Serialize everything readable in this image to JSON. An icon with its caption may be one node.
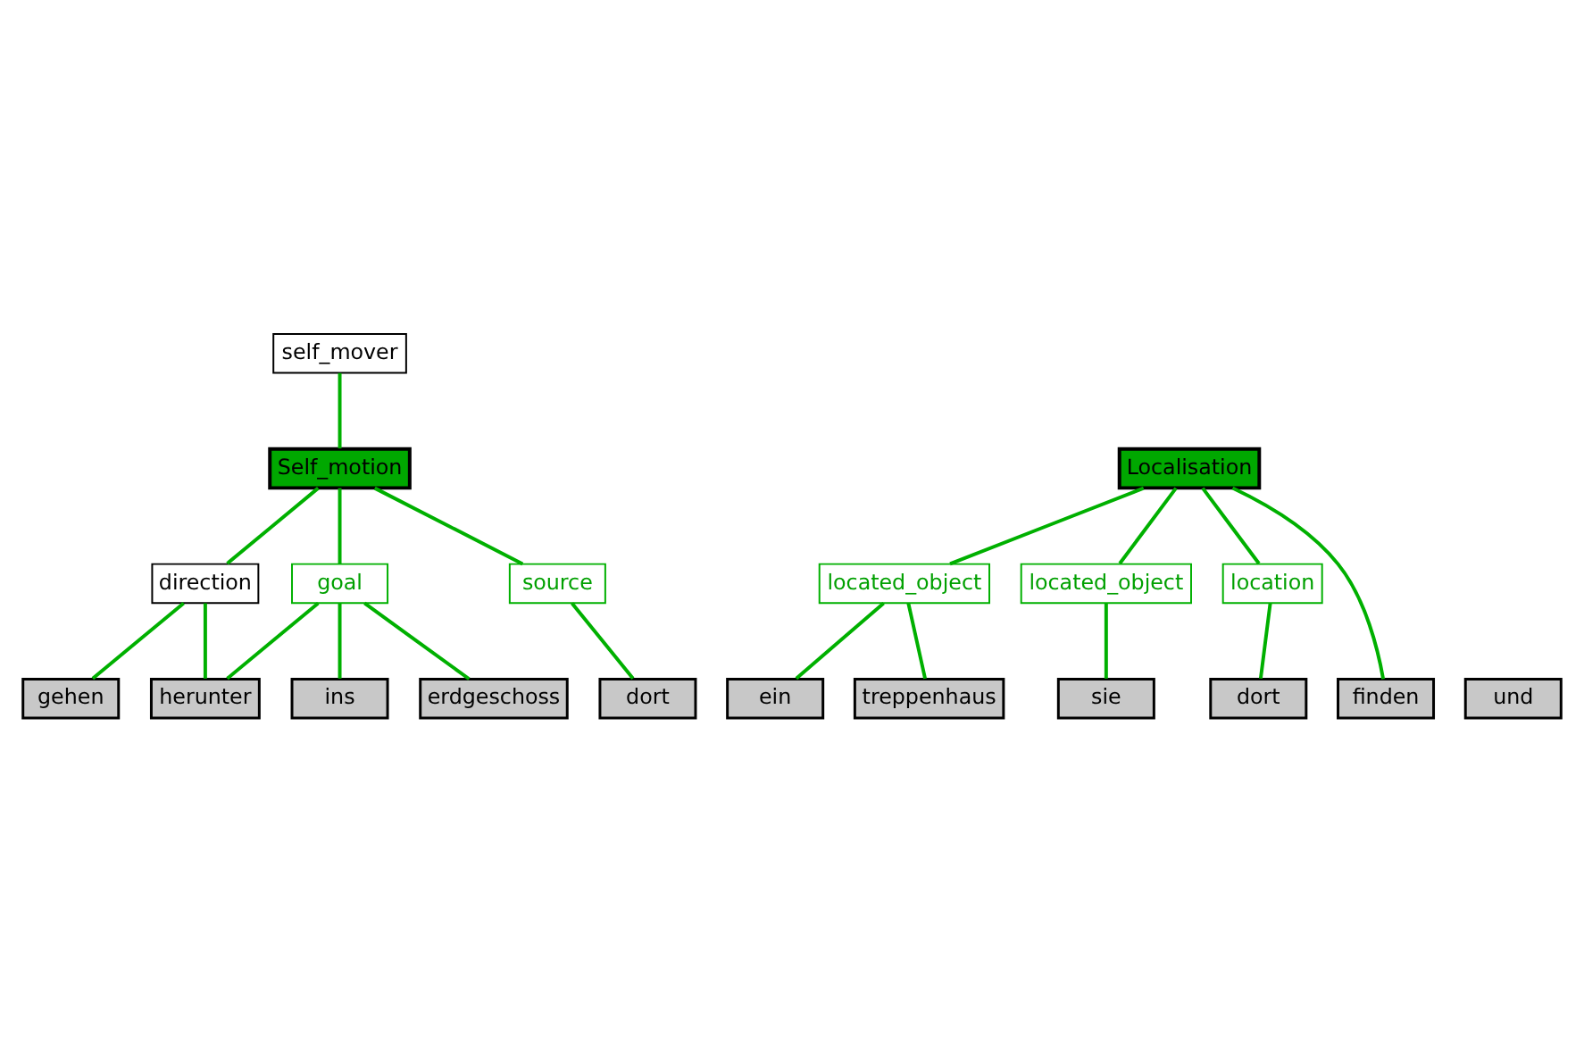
{
  "diagram": {
    "nodes": [
      {
        "text": [
          "self_mover"
        ]
      },
      {
        "text": [
          "Localisation"
        ]
      },
      {
        "text": [
          "Self_motion"
        ]
      },
      {
        "text": [
          "direction"
        ]
      },
      {
        "text": [
          "located_object"
        ]
      },
      {
        "text": [
          "goal"
        ]
      },
      {
        "text": [
          "located_object"
        ]
      },
      {
        "text": [
          "source"
        ]
      },
      {
        "text": [
          "location"
        ]
      },
      {
        "text": [
          "dort"
        ]
      },
      {
        "text": [
          "finden"
        ]
      },
      {
        "text": [
          "sie"
        ]
      },
      {
        "text": [
          "ein"
        ]
      },
      {
        "text": [
          "treppenhaus"
        ]
      },
      {
        "text": [
          "und"
        ]
      },
      {
        "text": [
          "gehen"
        ]
      },
      {
        "text": [
          "dort"
        ]
      },
      {
        "text": [
          "ins"
        ]
      },
      {
        "text": [
          "erdgeschoss"
        ]
      },
      {
        "text": [
          "herunter"
        ]
      }
    ],
    "edges": [
      {
        "from": 0,
        "to": 2,
        "arrow": "none"
      },
      {
        "from": 1,
        "to": 8,
        "arrow": "none"
      },
      {
        "from": 8,
        "to": 9,
        "arrow": "none"
      },
      {
        "from": 1,
        "to": 10,
        "arrow": "none"
      },
      {
        "from": 1,
        "to": 6,
        "arrow": "none"
      },
      {
        "from": 6,
        "to": 11,
        "arrow": "none"
      },
      {
        "from": 1,
        "to": 4,
        "arrow": "none"
      },
      {
        "from": 4,
        "to": 12,
        "arrow": "none"
      },
      {
        "from": 4,
        "to": 13,
        "arrow": "none"
      },
      {
        "from": 2,
        "to": 7,
        "arrow": "none"
      },
      {
        "from": 7,
        "to": 16,
        "arrow": "none"
      },
      {
        "from": 2,
        "to": 3,
        "arrow": "none"
      },
      {
        "from": 3,
        "to": 15,
        "arrow": "none"
      },
      {
        "from": 3,
        "to": 19,
        "arrow": "none"
      },
      {
        "from": 2,
        "to": 5,
        "arrow": "none"
      },
      {
        "from": 5,
        "to": 17,
        "arrow": "none"
      },
      {
        "from": 5,
        "to": 18,
        "arrow": "none"
      },
      {
        "from": 5,
        "to": 19,
        "arrow": "none"
      }
    ]
  }
}
